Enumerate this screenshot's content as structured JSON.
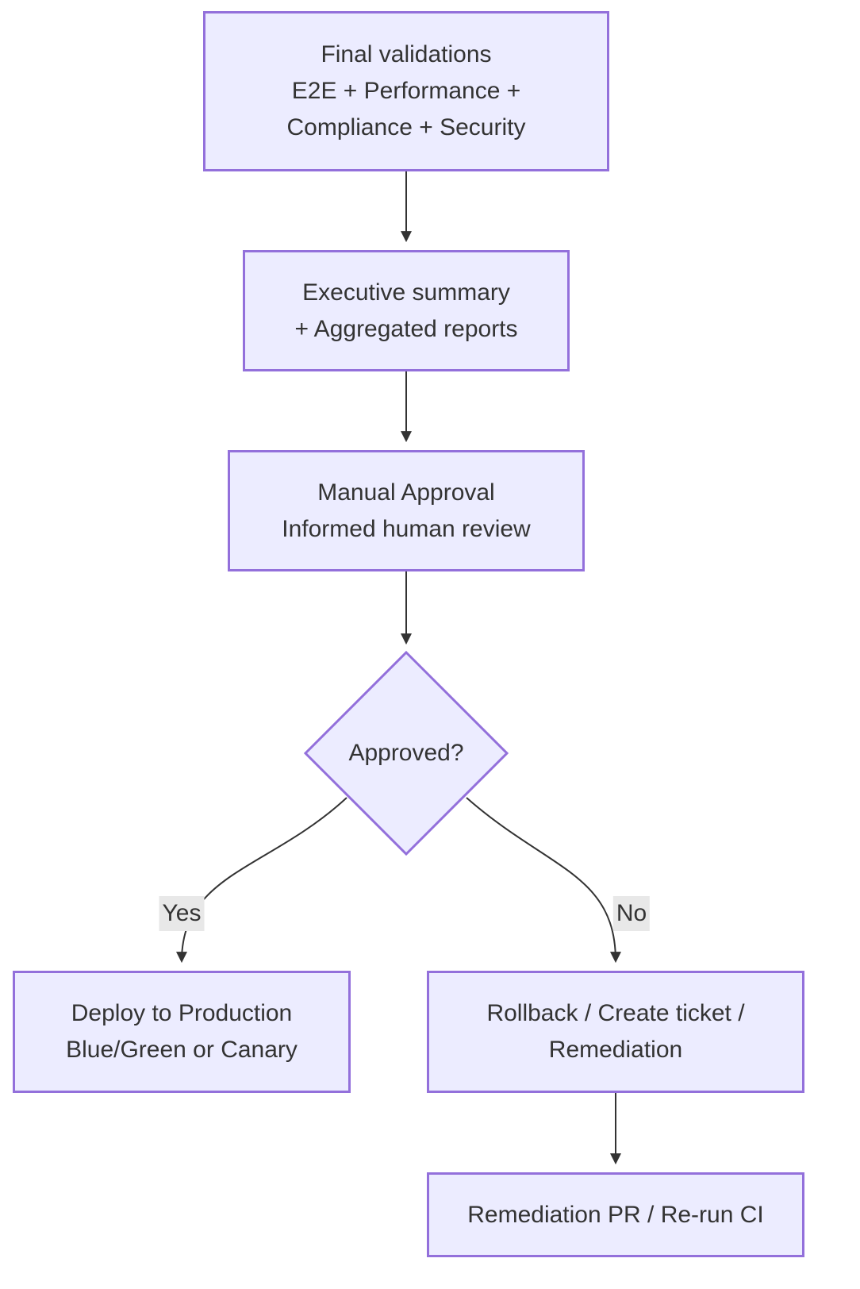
{
  "diagram": {
    "type": "flowchart",
    "direction": "top-down",
    "colors": {
      "background": "#ffffff",
      "node_fill": "#ECECFF",
      "node_border": "#9370DB",
      "text": "#333333",
      "edge": "#333333",
      "edge_label_bg": "#e8e8e8"
    },
    "nodes": {
      "final_validations": {
        "shape": "rect",
        "label": "Final validations\nE2E + Performance +\nCompliance + Security"
      },
      "executive_summary": {
        "shape": "rect",
        "label": "Executive summary\n+ Aggregated reports"
      },
      "manual_approval": {
        "shape": "rect",
        "label": "Manual Approval\nInformed human review"
      },
      "approved": {
        "shape": "diamond",
        "label": "Approved?"
      },
      "deploy_production": {
        "shape": "rect",
        "label": "Deploy to Production\nBlue/Green or Canary"
      },
      "rollback": {
        "shape": "rect",
        "label": "Rollback / Create ticket /\nRemediation"
      },
      "remediation_pr": {
        "shape": "rect",
        "label": "Remediation PR / Re-run CI"
      }
    },
    "edge_labels": {
      "yes": "Yes",
      "no": "No"
    },
    "edges": [
      {
        "from": "final_validations",
        "to": "executive_summary",
        "label": ""
      },
      {
        "from": "executive_summary",
        "to": "manual_approval",
        "label": ""
      },
      {
        "from": "manual_approval",
        "to": "approved",
        "label": ""
      },
      {
        "from": "approved",
        "to": "deploy_production",
        "label": "Yes"
      },
      {
        "from": "approved",
        "to": "rollback",
        "label": "No"
      },
      {
        "from": "rollback",
        "to": "remediation_pr",
        "label": ""
      }
    ]
  }
}
